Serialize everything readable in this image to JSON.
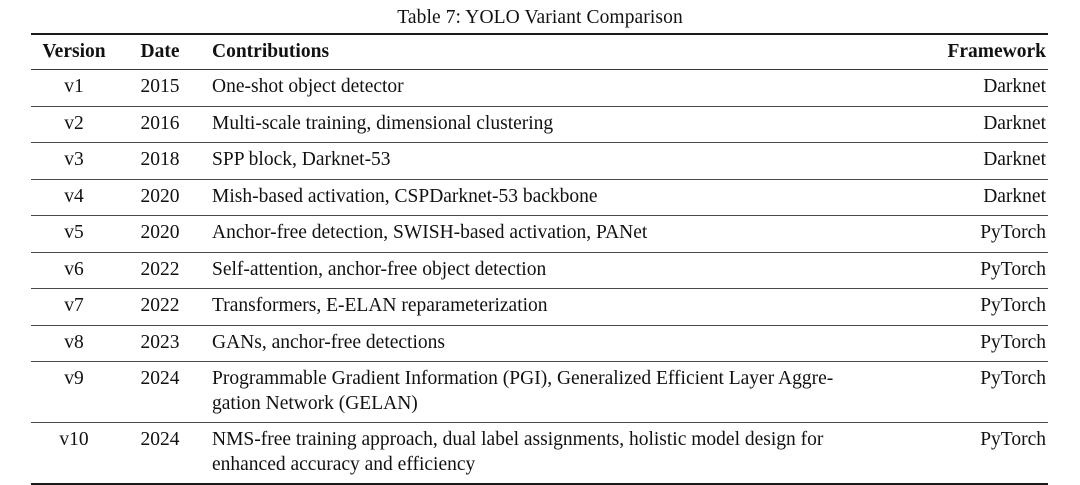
{
  "caption": "Table 7: YOLO Variant Comparison",
  "table": {
    "headers": {
      "version": "Version",
      "date": "Date",
      "contributions": "Contributions",
      "framework": "Framework"
    },
    "rows": [
      {
        "version": "v1",
        "date": "2015",
        "contributions": "One-shot object detector",
        "contributions_line2": "",
        "framework": "Darknet"
      },
      {
        "version": "v2",
        "date": "2016",
        "contributions": "Multi-scale training, dimensional clustering",
        "contributions_line2": "",
        "framework": "Darknet"
      },
      {
        "version": "v3",
        "date": "2018",
        "contributions": "SPP block, Darknet-53",
        "contributions_line2": "",
        "framework": "Darknet"
      },
      {
        "version": "v4",
        "date": "2020",
        "contributions": "Mish-based activation, CSPDarknet-53 backbone",
        "contributions_line2": "",
        "framework": "Darknet"
      },
      {
        "version": "v5",
        "date": "2020",
        "contributions": "Anchor-free detection, SWISH-based activation, PANet",
        "contributions_line2": "",
        "framework": "PyTorch"
      },
      {
        "version": "v6",
        "date": "2022",
        "contributions": "Self-attention, anchor-free object detection",
        "contributions_line2": "",
        "framework": "PyTorch"
      },
      {
        "version": "v7",
        "date": "2022",
        "contributions": "Transformers, E-ELAN reparameterization",
        "contributions_line2": "",
        "framework": "PyTorch"
      },
      {
        "version": "v8",
        "date": "2023",
        "contributions": "GANs, anchor-free detections",
        "contributions_line2": "",
        "framework": "PyTorch"
      },
      {
        "version": "v9",
        "date": "2024",
        "contributions": "Programmable Gradient Information (PGI), Generalized Efficient Layer Aggre-",
        "contributions_line2": "gation Network (GELAN)",
        "framework": "PyTorch"
      },
      {
        "version": "v10",
        "date": "2024",
        "contributions": "NMS-free training approach, dual label assignments, holistic model design for",
        "contributions_line2": "enhanced accuracy and efficiency",
        "framework": "PyTorch"
      }
    ]
  },
  "colors": {
    "text": "#111111",
    "rule_heavy": "#1b1b1b",
    "rule_light": "#4a4a4a",
    "background": "#ffffff"
  }
}
